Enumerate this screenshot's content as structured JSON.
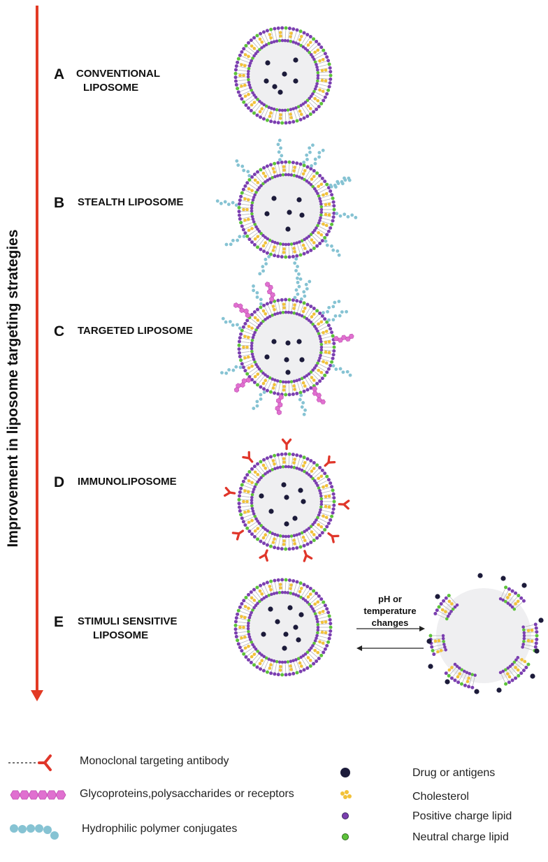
{
  "axis_title": "Improvement in liposome targeting strategies",
  "items": [
    {
      "letter": "A",
      "label_line1": "CONVENTIONAL",
      "label_line2": "LIPOSOME"
    },
    {
      "letter": "B",
      "label": "STEALTH LIPOSOME"
    },
    {
      "letter": "C",
      "label": "TARGETED LIPOSOME"
    },
    {
      "letter": "D",
      "label": "IMMUNOLIPOSOME"
    },
    {
      "letter": "E",
      "label_line1": "STIMULI SENSITIVE",
      "label_line2": "LIPOSOME"
    }
  ],
  "transition": {
    "line1": "pH or",
    "line2": "temperature",
    "line3": "changes"
  },
  "legend": {
    "antibody": "Monoclonal targeting antibody",
    "glycoproteins": "Glycoproteins,polysaccharides or receptors",
    "polymer": "Hydrophilic polymer conjugates",
    "drug": "Drug or antigens",
    "cholesterol": "Cholesterol",
    "positive_lipid": "Positive charge lipid",
    "neutral_lipid": "Neutral charge lipid"
  },
  "colors": {
    "arrow": "#e23a24",
    "positive_lipid": "#7b3fb0",
    "neutral_lipid": "#5cc23a",
    "cholesterol": "#f2c23a",
    "drug": "#1c1b3a",
    "polymer": "#86c3d3",
    "glycoprotein": "#e070d0",
    "antibody": "#e0362a",
    "core": "#efeff1"
  }
}
